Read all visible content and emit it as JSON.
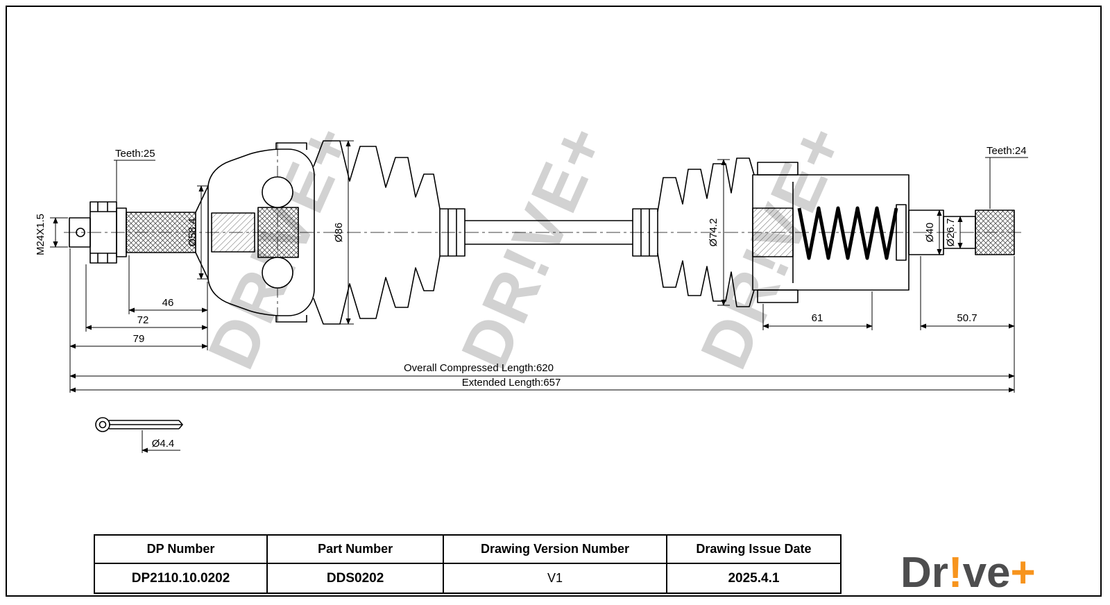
{
  "watermark": "DR!VE+",
  "drawing": {
    "teeth_left": "Teeth:25",
    "teeth_right": "Teeth:24",
    "thread_label": "M24X1.5",
    "dia_shoulder": "Ø58.4",
    "dia_boot_left": "Ø86",
    "dia_boot_right": "Ø74.2",
    "dia_shaft": "Ø40",
    "dia_spline": "Ø26.7",
    "len_spline": "46",
    "len_nut_to_joint": "72",
    "len_end_to_joint": "79",
    "len_housing": "61",
    "len_stub_right": "50.7",
    "overall_length": "Overall Compressed Length:620",
    "extended_length": "Extended Length:657",
    "pin_dia": "Ø4.4"
  },
  "title_block": {
    "columns": [
      {
        "header": "DP Number",
        "value": "DP2110.10.0202"
      },
      {
        "header": "Part Number",
        "value": "DDS0202"
      },
      {
        "header": "Drawing Version Number",
        "value": "V1"
      },
      {
        "header": "Drawing Issue Date",
        "value": "2025.4.1"
      }
    ]
  },
  "logo": {
    "prefix": "Dr",
    "bang": "!",
    "suffix": "ve",
    "plus": "+"
  }
}
